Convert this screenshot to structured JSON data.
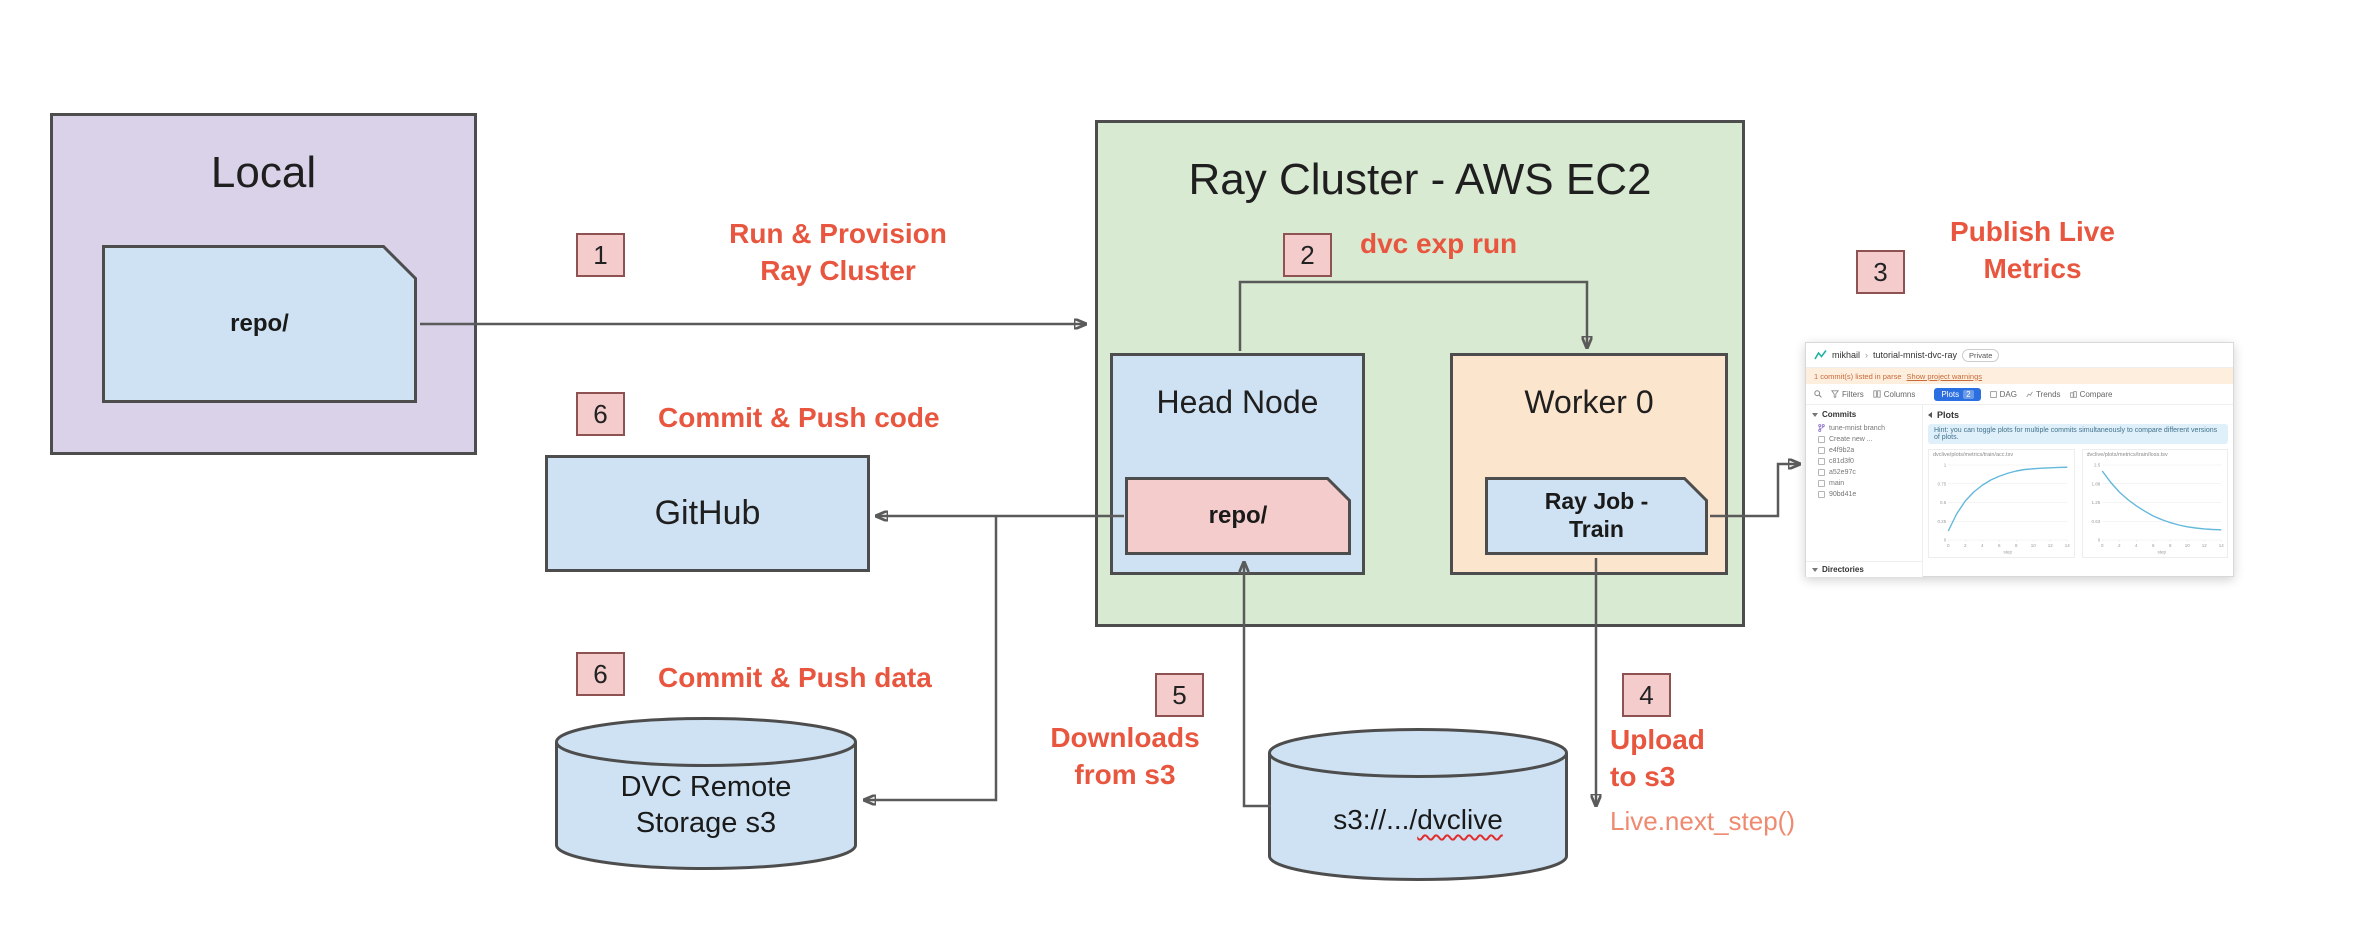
{
  "diagram": {
    "local": {
      "title": "Local",
      "repo_label": "repo/"
    },
    "ray_cluster": {
      "title": "Ray Cluster - AWS EC2"
    },
    "head_node": {
      "title": "Head Node",
      "repo_label": "repo/"
    },
    "worker": {
      "title": "Worker 0",
      "job_label": "Ray Job -\nTrain"
    },
    "github": {
      "label": "GitHub"
    },
    "dvc_remote": {
      "label": "DVC Remote\nStorage s3"
    },
    "s3_bucket": {
      "prefix": "s3://.../",
      "name": "dvclive"
    },
    "steps": {
      "provision": {
        "num": "1",
        "label": "Run & Provision\nRay Cluster"
      },
      "exp_run": {
        "num": "2",
        "label": "dvc exp run"
      },
      "publish": {
        "num": "3",
        "label": "Publish Live\nMetrics"
      },
      "upload": {
        "num": "4",
        "label": "Upload\nto s3",
        "code": "Live.next_step()"
      },
      "download": {
        "num": "5",
        "label": "Downloads\nfrom s3"
      },
      "push_code": {
        "num": "6",
        "label": "Commit & Push code"
      },
      "push_data": {
        "num": "6",
        "label": "Commit & Push data"
      }
    }
  },
  "studio": {
    "user": "mikhail",
    "sep": "›",
    "repo": "tutorial-mnist-dvc-ray",
    "private_badge": "Private",
    "notice": "1 commit(s) listed in parse",
    "notice_link": "Show project warnings",
    "toolbar": {
      "filters": "Filters",
      "columns": "Columns",
      "plots": "Plots",
      "plots_count": "2",
      "dag": "DAG",
      "trends": "Trends",
      "compare": "Compare"
    },
    "sidebar": {
      "commits_header": "Commits",
      "directories_header": "Directories",
      "rows": [
        "tune-mnist branch",
        "Create new ...",
        "e4f9b2a",
        "c81d3f0",
        "a52e97c",
        "main",
        "90bd41e"
      ]
    },
    "plots_title": "Plots",
    "hint": "Hint: you can toggle plots for multiple commits simultaneously to compare different versions of plots.",
    "charts": [
      {
        "type": "line",
        "title": "dvclive/plots/metrics/train/acc.tsv",
        "xlabel": "step",
        "xlim": [
          0,
          14
        ],
        "ylim": [
          0,
          1
        ],
        "x": [
          0,
          1,
          2,
          3,
          4,
          5,
          6,
          7,
          8,
          9,
          10,
          11,
          12,
          13,
          14
        ],
        "y": [
          0.12,
          0.35,
          0.52,
          0.64,
          0.73,
          0.8,
          0.85,
          0.89,
          0.92,
          0.94,
          0.95,
          0.958,
          0.963,
          0.968,
          0.97
        ]
      },
      {
        "type": "line",
        "title": "dvclive/plots/metrics/train/loss.tsv",
        "xlabel": "step",
        "xlim": [
          0,
          14
        ],
        "ylim": [
          0,
          2.5
        ],
        "x": [
          0,
          1,
          2,
          3,
          4,
          5,
          6,
          7,
          8,
          9,
          10,
          11,
          12,
          13,
          14
        ],
        "y": [
          2.3,
          1.92,
          1.6,
          1.35,
          1.14,
          0.96,
          0.8,
          0.68,
          0.58,
          0.5,
          0.44,
          0.4,
          0.37,
          0.35,
          0.34
        ]
      }
    ]
  },
  "colors": {
    "step_label": "#e8563f",
    "step_label_light": "#ef8a70",
    "local_fill": "#d9d2e9",
    "cluster_fill": "#d9ead3",
    "worker_fill": "#fce5cd",
    "blue_fill": "#cfe2f3",
    "pink_fill": "#f4cccc",
    "line": "#5a5a5a",
    "studio_accent": "#2c6fe0",
    "chart_line": "#63b8dc"
  }
}
